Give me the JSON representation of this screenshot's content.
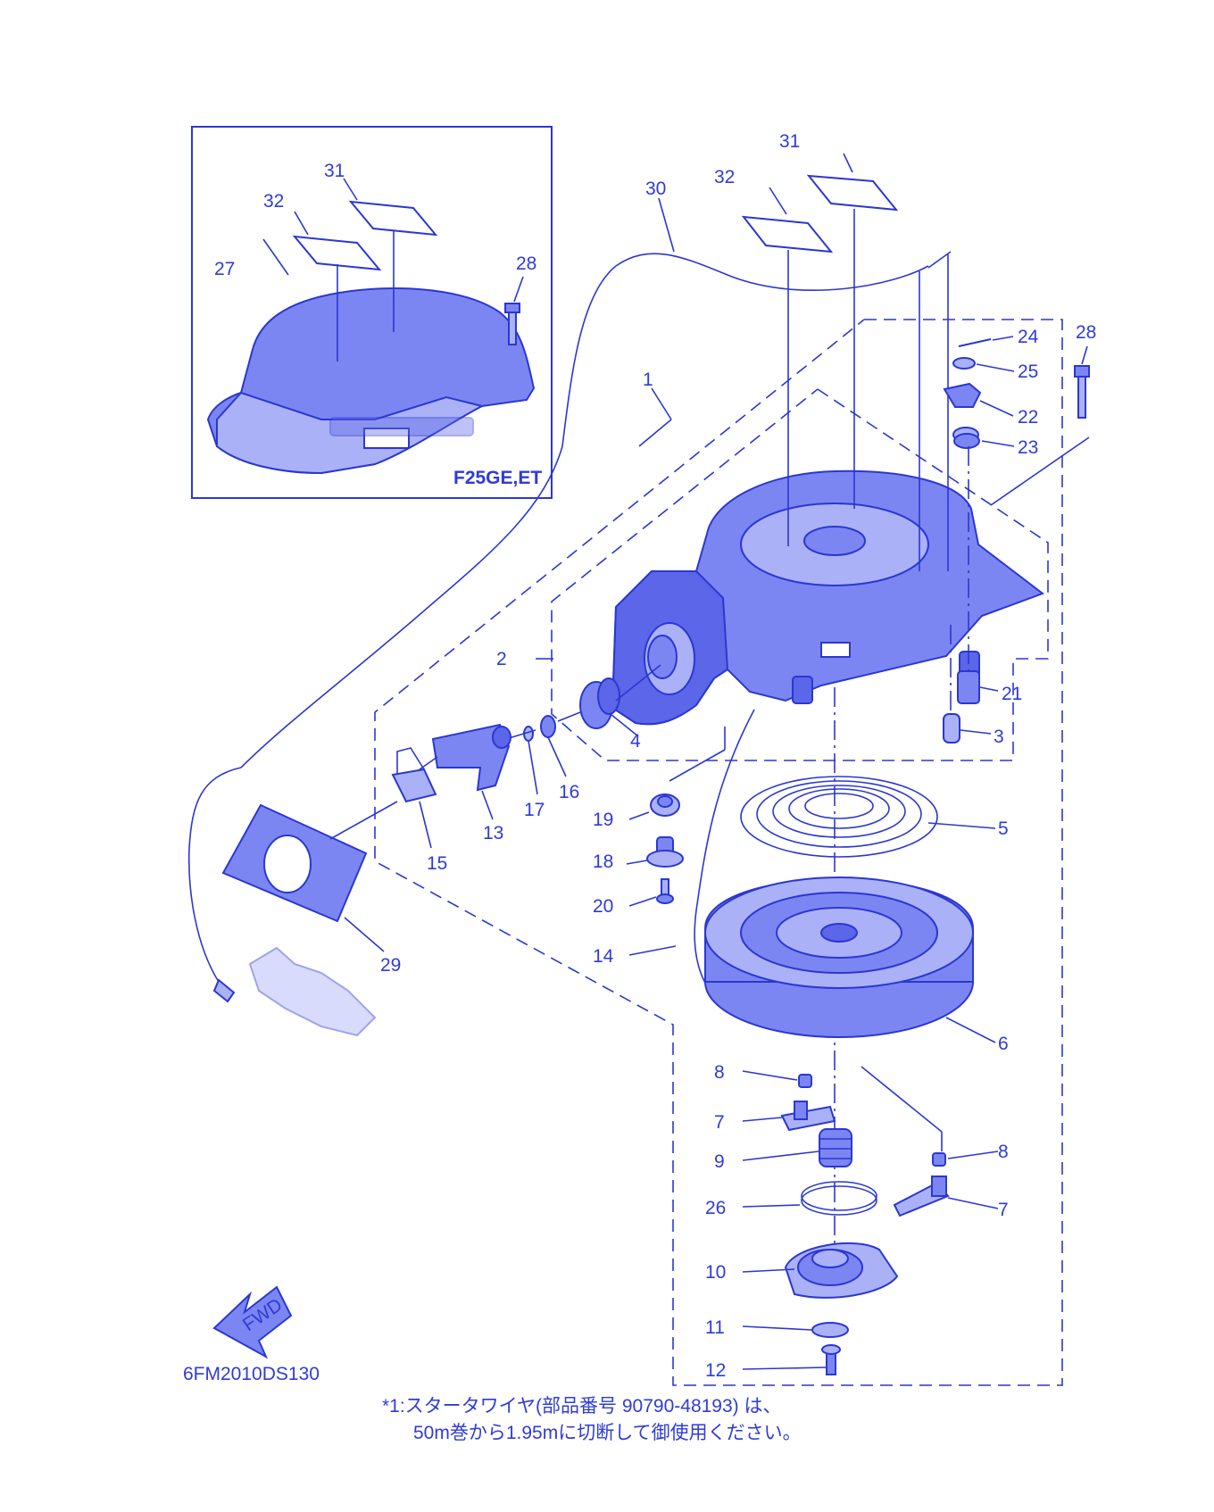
{
  "callouts": [
    {
      "id": "c31a",
      "text": "31"
    },
    {
      "id": "c32a",
      "text": "32"
    },
    {
      "id": "c27",
      "text": "27"
    },
    {
      "id": "c28a",
      "text": "28"
    },
    {
      "id": "c30",
      "text": "30"
    },
    {
      "id": "c32b",
      "text": "32"
    },
    {
      "id": "c31b",
      "text": "31"
    },
    {
      "id": "c28b",
      "text": "28"
    },
    {
      "id": "c24",
      "text": "24"
    },
    {
      "id": "c25",
      "text": "25"
    },
    {
      "id": "c22",
      "text": "22"
    },
    {
      "id": "c23",
      "text": "23"
    },
    {
      "id": "c1",
      "text": "1"
    },
    {
      "id": "c2",
      "text": "2"
    },
    {
      "id": "c21",
      "text": "21"
    },
    {
      "id": "c3",
      "text": "3"
    },
    {
      "id": "c4",
      "text": "4"
    },
    {
      "id": "c16",
      "text": "16"
    },
    {
      "id": "c17",
      "text": "17"
    },
    {
      "id": "c13",
      "text": "13"
    },
    {
      "id": "c15",
      "text": "15"
    },
    {
      "id": "c19",
      "text": "19"
    },
    {
      "id": "c18",
      "text": "18"
    },
    {
      "id": "c20",
      "text": "20"
    },
    {
      "id": "c5",
      "text": "5"
    },
    {
      "id": "c14",
      "text": "14"
    },
    {
      "id": "c29",
      "text": "29"
    },
    {
      "id": "c6",
      "text": "6"
    },
    {
      "id": "c8a",
      "text": "8"
    },
    {
      "id": "c7a",
      "text": "7"
    },
    {
      "id": "c9",
      "text": "9"
    },
    {
      "id": "c8b",
      "text": "8"
    },
    {
      "id": "c26",
      "text": "26"
    },
    {
      "id": "c7b",
      "text": "7"
    },
    {
      "id": "c10",
      "text": "10"
    },
    {
      "id": "c11",
      "text": "11"
    },
    {
      "id": "c12",
      "text": "12"
    }
  ],
  "inset_model": "F25GE,ET",
  "fwd_label": "FWD",
  "diagram_code": "6FM2010DS130",
  "footnote_line1": "*1:スタータワイヤ(部品番号 90790-48193) は、",
  "footnote_line2": "50m巻から1.95mに切断して御使用ください。",
  "colors": {
    "ink": "#2b37d2",
    "fill": "#7c86f2",
    "fill_light": "#aab1f7"
  }
}
